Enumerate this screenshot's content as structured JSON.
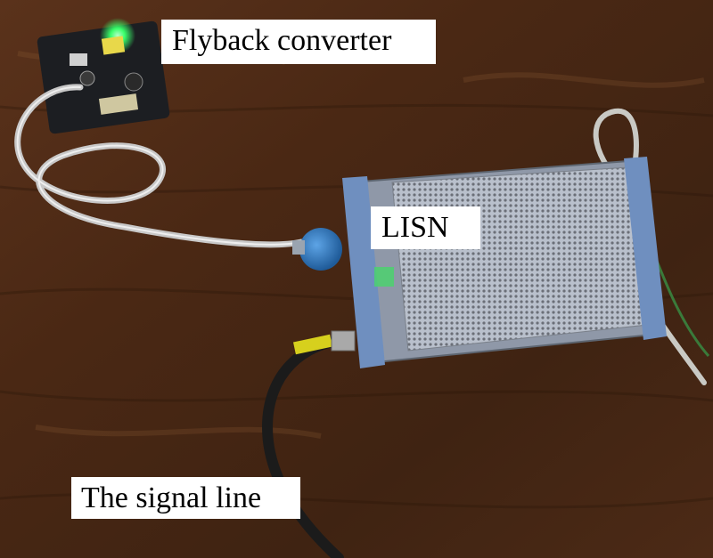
{
  "labels": {
    "flyback": "Flyback converter",
    "lisn": "LISN",
    "signal_line": "The signal line"
  },
  "colors": {
    "table_wood": "#4a2a14",
    "lisn_body": "#8f98a8",
    "lisn_end_caps": "#6f8fbf",
    "connector_blue": "#2f6fb0",
    "cable_gray": "#c8c8c8",
    "signal_cable": "#1b1b1b",
    "yellow_band": "#d7d01d",
    "pcb": "#1c1e22",
    "pcb_led_green": "#39ff6a"
  }
}
